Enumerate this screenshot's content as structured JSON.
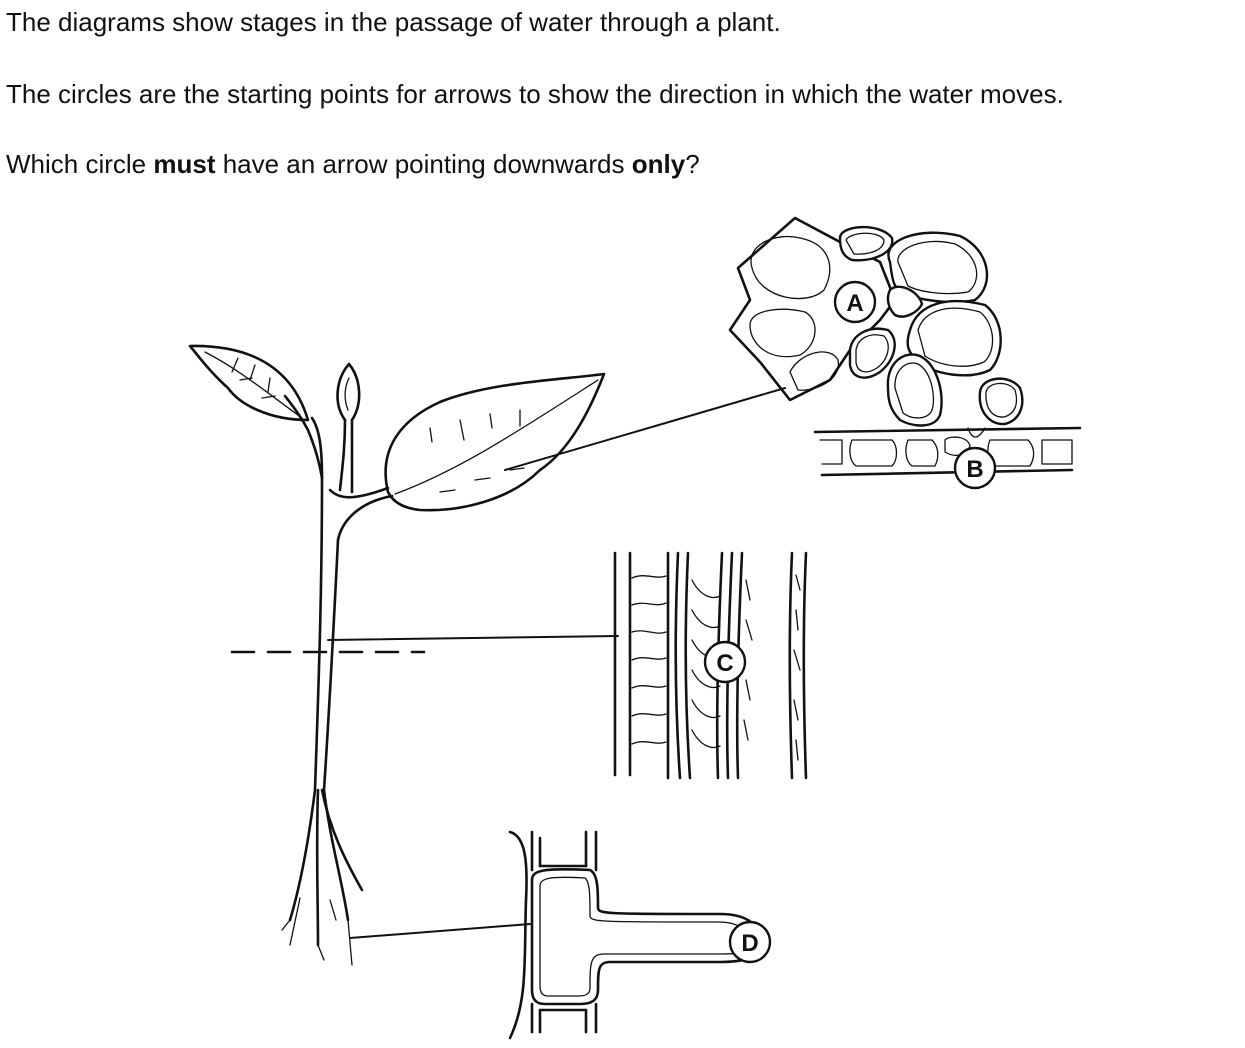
{
  "question": {
    "line1": "The diagrams show stages in the passage of water through a plant.",
    "line2": "The circles are the starting points for arrows to show the direction in which the water moves.",
    "line3_before": "Which circle ",
    "line3_bold1": "must",
    "line3_middle": " have an arrow pointing downwards ",
    "line3_bold2": "only",
    "line3_after": "?"
  },
  "labels": {
    "A": "A",
    "B": "B",
    "C": "C",
    "D": "D"
  }
}
